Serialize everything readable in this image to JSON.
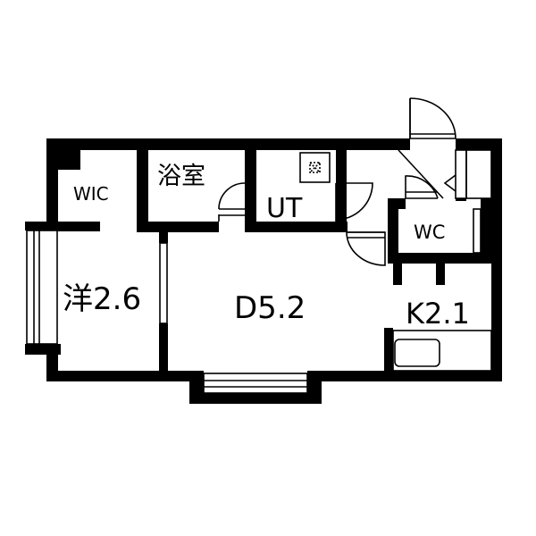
{
  "floor_plan": {
    "rooms": {
      "wic": "WIC",
      "bath": "浴室",
      "utility": "UT",
      "western": "洋2.6",
      "dining": "D5.2",
      "wc": "WC",
      "kitchen": "K2.1"
    },
    "colors": {
      "wall": "#000000",
      "background": "#ffffff",
      "line": "#000000"
    }
  }
}
